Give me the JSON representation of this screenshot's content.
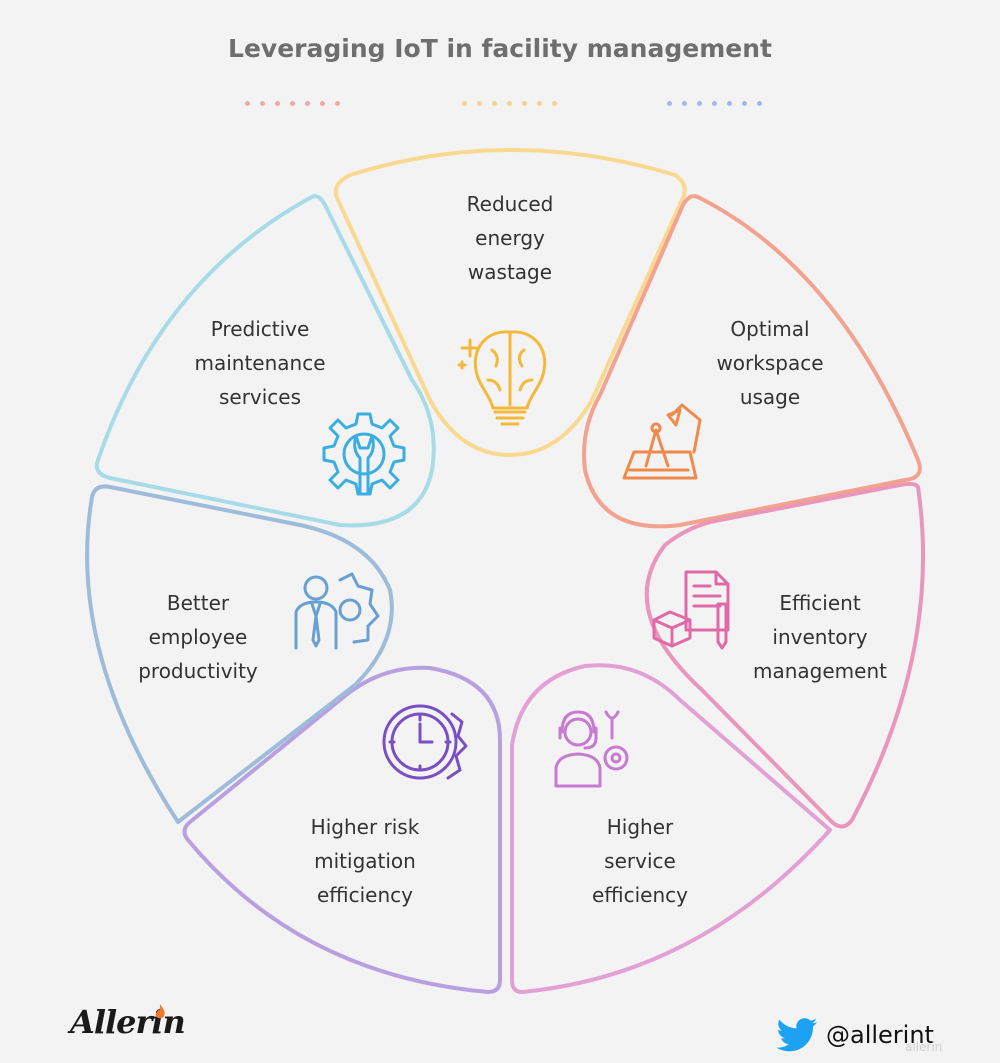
{
  "title": "Leveraging IoT in facility management",
  "brand": {
    "name": "Allerin",
    "handle": "@allerint",
    "watermark": "allerin"
  },
  "colors": {
    "title": "#6e6e6e",
    "dots": [
      "#f2a8a8",
      "#f7d28f",
      "#a9b3f0"
    ],
    "yellow": "#f9d98f",
    "salmon": "#f2a28e",
    "pink": "#e996b8",
    "magenta": "#e3a0d4",
    "purple": "#b8a0e0",
    "steel": "#9dbcd9",
    "sky": "#a8dbe8",
    "twitter": "#1da1f2"
  },
  "segments": [
    {
      "id": "energy",
      "label": "Reduced\nenergy\nwastage",
      "icon": "brain-bulb-icon"
    },
    {
      "id": "workspace",
      "label": "Optimal\nworkspace\nusage",
      "icon": "drafting-table-icon"
    },
    {
      "id": "inventory",
      "label": "Efficient\ninventory\nmanagement",
      "icon": "inventory-document-icon"
    },
    {
      "id": "service",
      "label": "Higher\nservice\nefficiency",
      "icon": "support-agent-icon"
    },
    {
      "id": "risk",
      "label": "Higher risk\nmitigation\nefficiency",
      "icon": "clock-gear-icon"
    },
    {
      "id": "productivity",
      "label": "Better\nemployee\nproductivity",
      "icon": "employee-gear-icon"
    },
    {
      "id": "maintenance",
      "label": "Predictive\nmaintenance\nservices",
      "icon": "wrench-gear-icon"
    }
  ]
}
